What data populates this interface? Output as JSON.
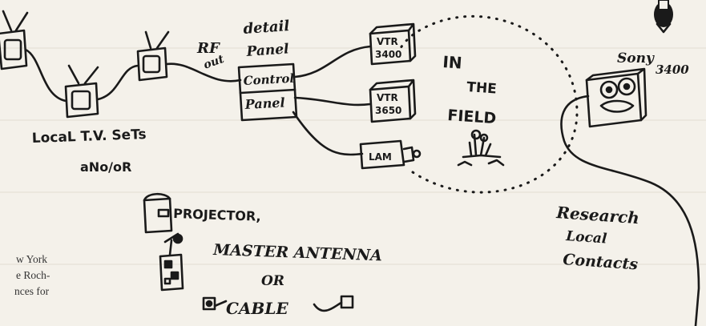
{
  "labels": {
    "local_tv_sets": "LocaL T.V. SeTs",
    "and_or": "aNo/oR",
    "rf_out_1": "RF",
    "rf_out_2": "out",
    "detail_panel_1": "detail",
    "detail_panel_2": "Panel",
    "control_panel_1": "Control",
    "control_panel_2": "Panel",
    "vtr_3400_1": "VTR",
    "vtr_3400_2": "3400",
    "vtr_3650_1": "VTR",
    "vtr_3650_2": "3650",
    "lam": "LAM",
    "in_the_field_1": "IN",
    "in_the_field_2": "THE",
    "in_the_field_3": "FIELD",
    "sony_1": "Sony",
    "sony_2": "3400",
    "research_1": "Research",
    "research_2": "Local",
    "research_3": "Contacts",
    "projector": "PROJECTOR,",
    "master_antenna": "MASTER ANTENNA",
    "or": "OR",
    "cable": "CABLE"
  },
  "printed_text": {
    "line1": "w York",
    "line2": "e Roch-",
    "line3": "nces for"
  },
  "colors": {
    "ink": "#1a1a1a",
    "paper": "#f4f1ea"
  }
}
